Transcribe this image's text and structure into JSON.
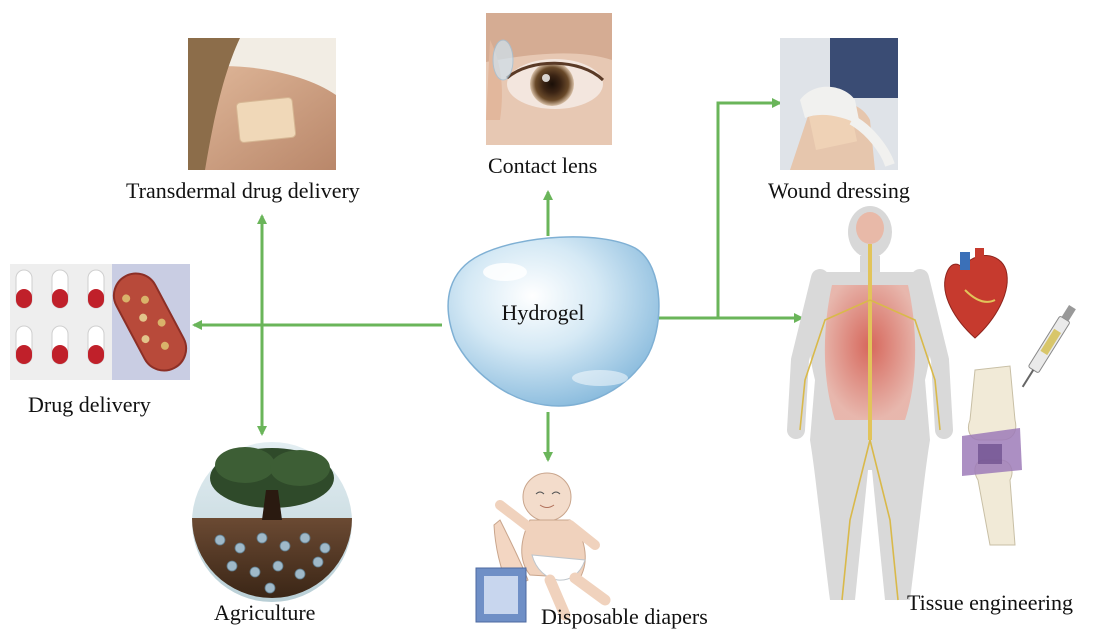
{
  "center": {
    "label": "Hydrogel"
  },
  "applications": {
    "contact_lens": "Contact lens",
    "transdermal": "Transdermal drug delivery",
    "wound_dressing": "Wound dressing",
    "drug_delivery": "Drug delivery",
    "agriculture": "Agriculture",
    "diapers": "Disposable diapers",
    "tissue_engineering": "Tissue engineering"
  },
  "colors": {
    "arrow": "#6ab55a",
    "capsule_red": "#c0202a",
    "drop_blue": "#a9cfe8",
    "skin": "#e8c7a8",
    "body_red": "#c9534a"
  }
}
